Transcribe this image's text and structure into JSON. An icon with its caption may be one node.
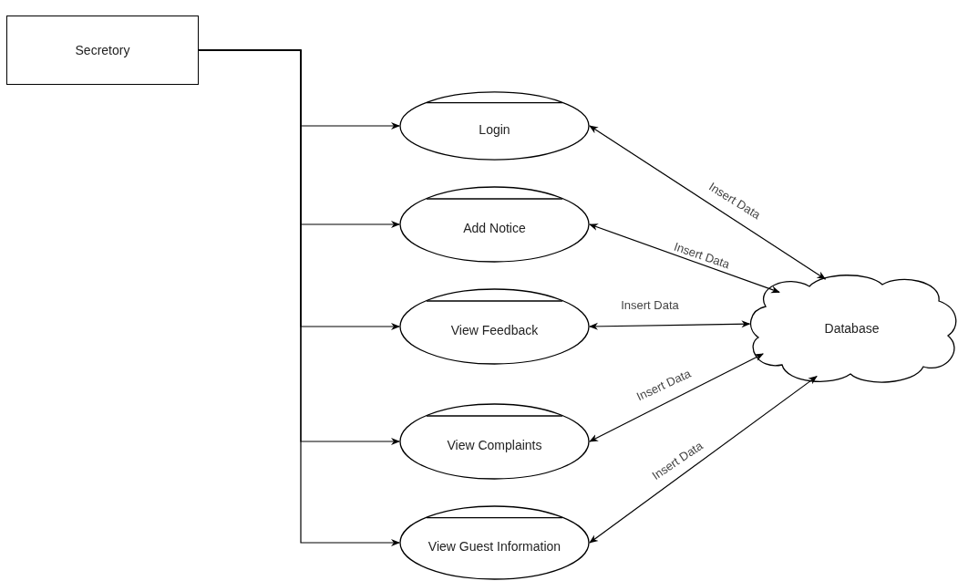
{
  "diagram": {
    "nodes": [
      {
        "text": [
          "Secretory"
        ]
      },
      {
        "text": [
          "Login"
        ]
      },
      {
        "text": [
          "Add Notice"
        ]
      },
      {
        "text": [
          "View Feedback"
        ]
      },
      {
        "text": [
          "View Complaints"
        ]
      },
      {
        "text": [
          "View Guest Information"
        ]
      },
      {
        "text": [
          "Database"
        ]
      }
    ],
    "edges": [
      {
        "from": 0,
        "to": 1,
        "arrow": "to"
      },
      {
        "from": 0,
        "to": 2,
        "arrow": "to"
      },
      {
        "from": 0,
        "to": 3,
        "arrow": "to"
      },
      {
        "from": 0,
        "to": 4,
        "arrow": "to"
      },
      {
        "from": 0,
        "to": 5,
        "arrow": "to"
      },
      {
        "from": 1,
        "to": 6,
        "arrow": "both",
        "label": "Insert Data"
      },
      {
        "from": 2,
        "to": 6,
        "arrow": "both",
        "label": "Insert Data"
      },
      {
        "from": 3,
        "to": 6,
        "arrow": "both",
        "label": "Insert Data"
      },
      {
        "from": 4,
        "to": 6,
        "arrow": "both",
        "label": "Insert Data"
      },
      {
        "from": 5,
        "to": 6,
        "arrow": "both",
        "label": "Insert Data"
      }
    ]
  }
}
